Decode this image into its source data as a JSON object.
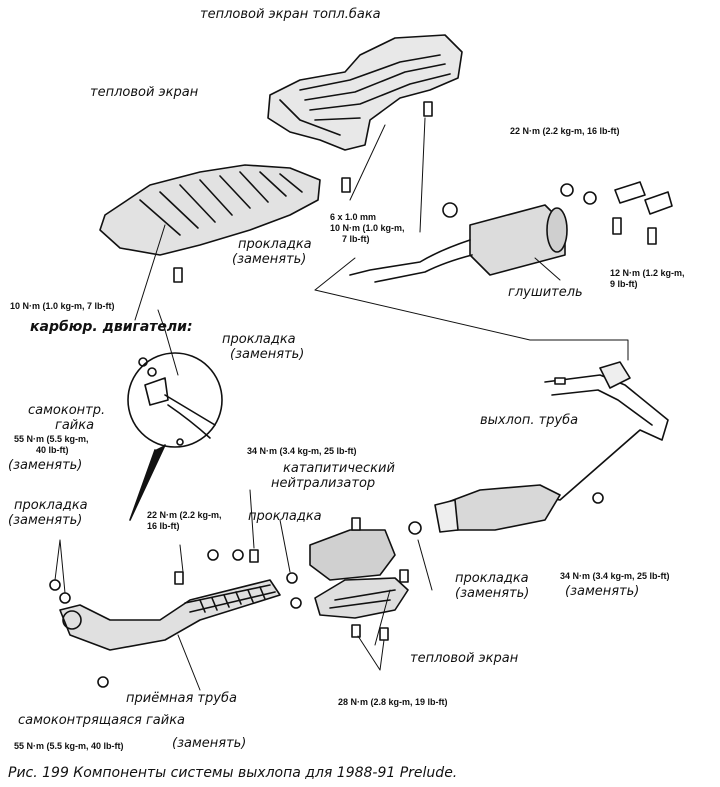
{
  "labels": {
    "tank_heat_shield": "тепловой экран топл.бака",
    "heat_shield_top": "тепловой экран",
    "torque_22_top": "22 N·m (2.2 kg-m, 16 lb-ft)",
    "bolt_spec_line1": "6 x 1.0 mm",
    "bolt_spec_line2": "10 N·m (1.0 kg-m,",
    "bolt_spec_line3": "7 lb-ft)",
    "gasket_replace_a1": "прокладка",
    "gasket_replace_a2": "(заменять)",
    "torque_10_left": "10 N·m (1.0 kg-m, 7 lb-ft)",
    "muffler": "глушитель",
    "torque_12_line1": "12 N·m (1.2 kg-m,",
    "torque_12_line2": "9 lb-ft)",
    "carb_engines": "карбюр. двигатели:",
    "gasket_replace_b1": "прокладка",
    "gasket_replace_b2": "(заменять)",
    "self_lock_nut_1": "самоконтр.",
    "self_lock_nut_2": "гайка",
    "torque_55_mid_1": "55 N·m (5.5 kg-m,",
    "torque_55_mid_2": "40 lb-ft)",
    "replace_mid": "(заменять)",
    "exhaust_pipe": "выхлоп. труба",
    "torque_34_mid": "34 N·m (3.4 kg-m, 25 lb-ft)",
    "catalytic_1": "катапитический",
    "catalytic_2": "нейтрализатор",
    "gasket_left_1": "прокладка",
    "gasket_left_2": "(заменять)",
    "torque_22_mid_1": "22 N·m (2.2 kg-m,",
    "torque_22_mid_2": "16 lb-ft)",
    "gasket_mid": "прокладка",
    "gasket_right_1": "прокладка",
    "gasket_right_2": "(заменять)",
    "torque_34_right": "34 N·m (3.4 kg-m, 25 lb-ft)",
    "replace_right": "(заменять)",
    "heat_shield_bottom": "тепловой экран",
    "front_pipe": "приёмная труба",
    "self_locking_nut": "самоконтрящаяся гайка",
    "torque_28": "28 N·m (2.8 kg-m, 19 lb-ft)",
    "torque_55_bottom": "55 N·m (5.5 kg-m, 40 lb-ft)",
    "replace_bottom": "(заменять)"
  },
  "caption": "Рис. 199 Компоненты системы выхлопа для 1988-91 Prelude."
}
